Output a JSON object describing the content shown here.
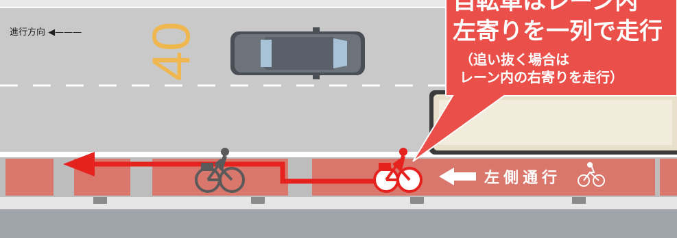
{
  "direction_label": "進行方向 ◀———",
  "speed_marking": "40",
  "lane_marking_text": "左側通行",
  "balloon": {
    "line1": "自転車はレーン内",
    "line2": "左寄りを一列で走行",
    "line3": "（追い抜く場合は",
    "line4": "レーン内の右寄りを走行）"
  },
  "colors": {
    "road": "#c9c9c9",
    "bike_lane": "#d9776c",
    "accent": "#e6221f",
    "balloon": "#ea4f4a",
    "sidewalk": "#9fa5ab",
    "speed_marking": "#f6b43a"
  }
}
